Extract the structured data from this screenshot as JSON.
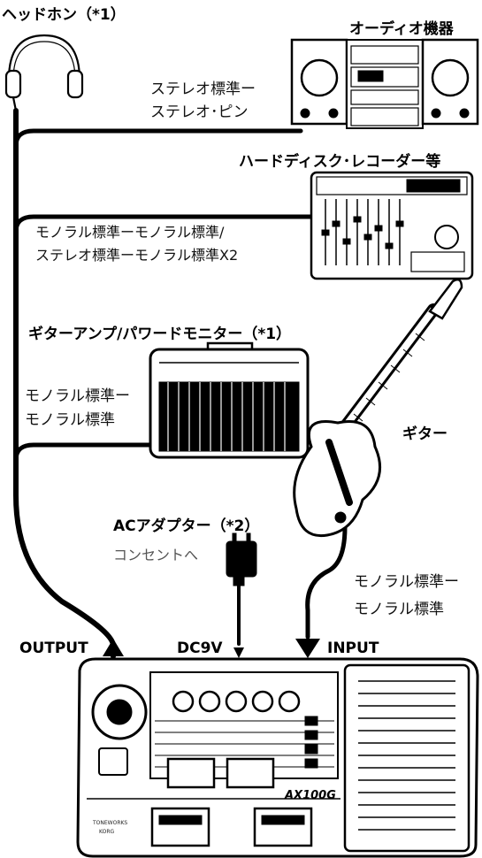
{
  "labels": {
    "headphones": "ヘッドホン（*1）",
    "audio": "オーディオ機器",
    "stereo_cable_1": "ステレオ標準ー",
    "stereo_cable_2": "ステレオ･ピン",
    "hdd": "ハードディスク･レコーダー等",
    "mono_cable_1": "モノラル標準ーモノラル標準/",
    "mono_cable_2": "ステレオ標準ーモノラル標準X2",
    "amp": "ギターアンプ/パワードモニター（*1）",
    "amp_cable_1": "モノラル標準ー",
    "amp_cable_2": "モノラル標準",
    "guitar": "ギター",
    "adapter": "ACアダプター（*2）",
    "outlet": "コンセントへ",
    "guitar_cable_1": "モノラル標準ー",
    "guitar_cable_2": "モノラル標準",
    "output": "OUTPUT",
    "dc": "DC9V",
    "input": "INPUT"
  },
  "device": {
    "model": "AX100G",
    "brand": "TONEWORKS",
    "brand_sub": "KORG"
  }
}
